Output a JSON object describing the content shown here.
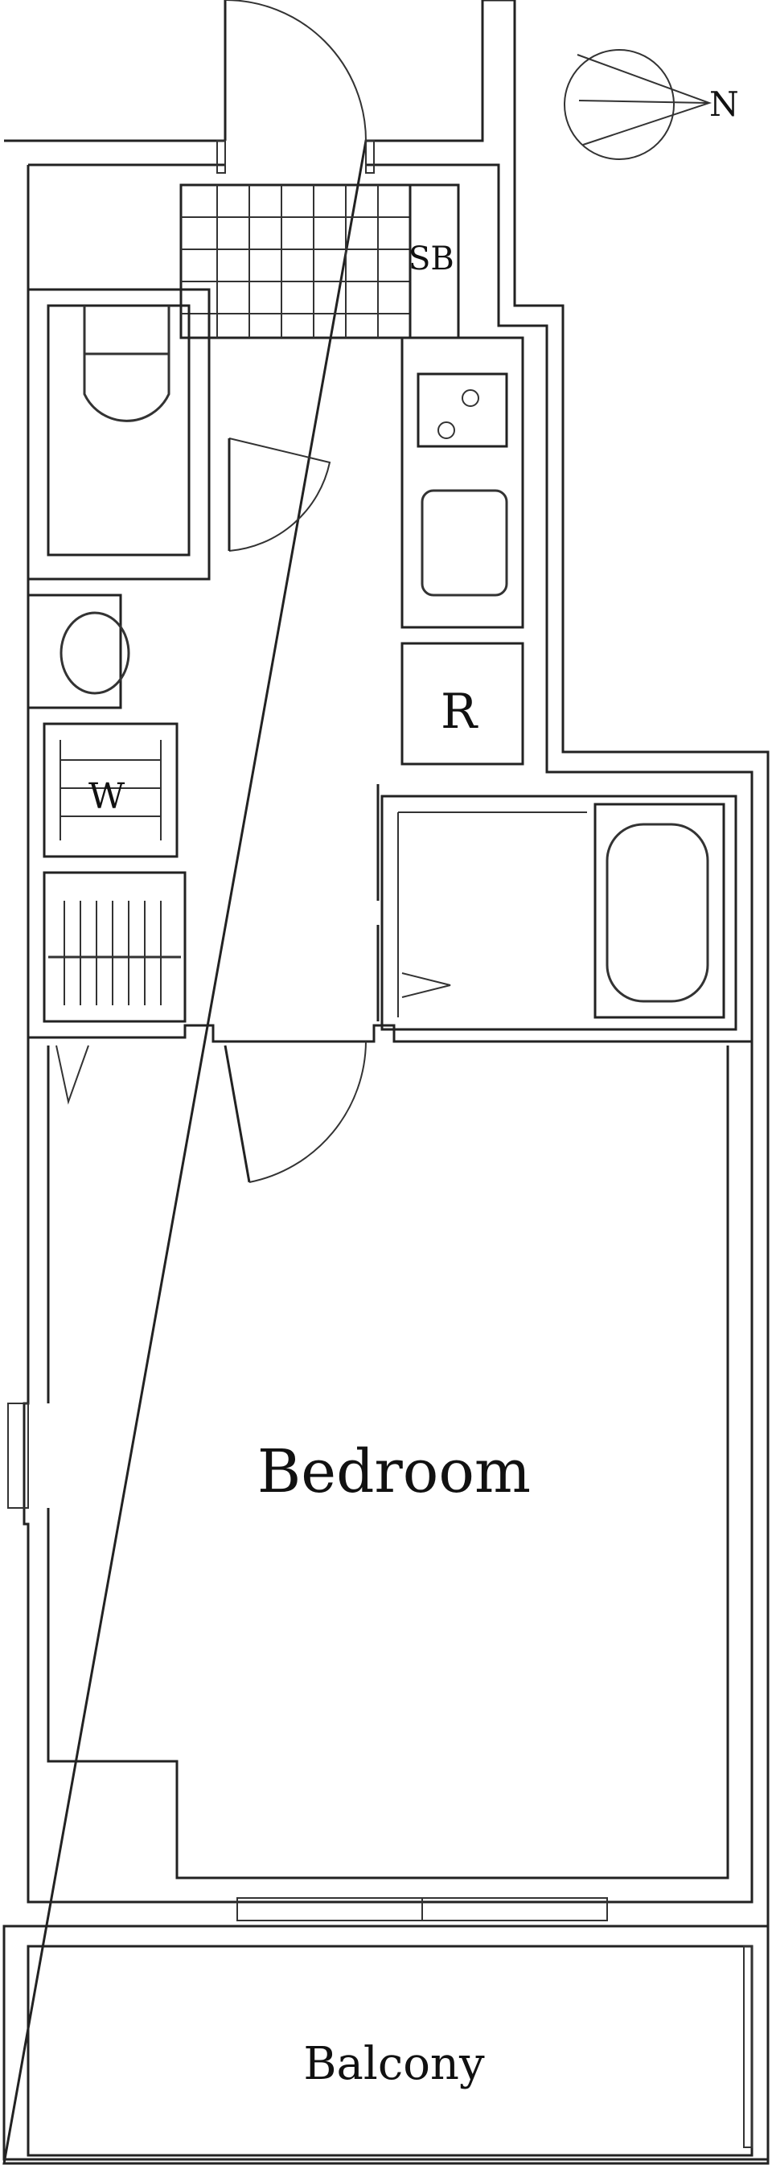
{
  "labels": {
    "bedroom": "Bedroom",
    "balcony": "Balcony",
    "shoe_box": "SB",
    "refrigerator": "R",
    "washer": "W",
    "compass_north": "N"
  }
}
